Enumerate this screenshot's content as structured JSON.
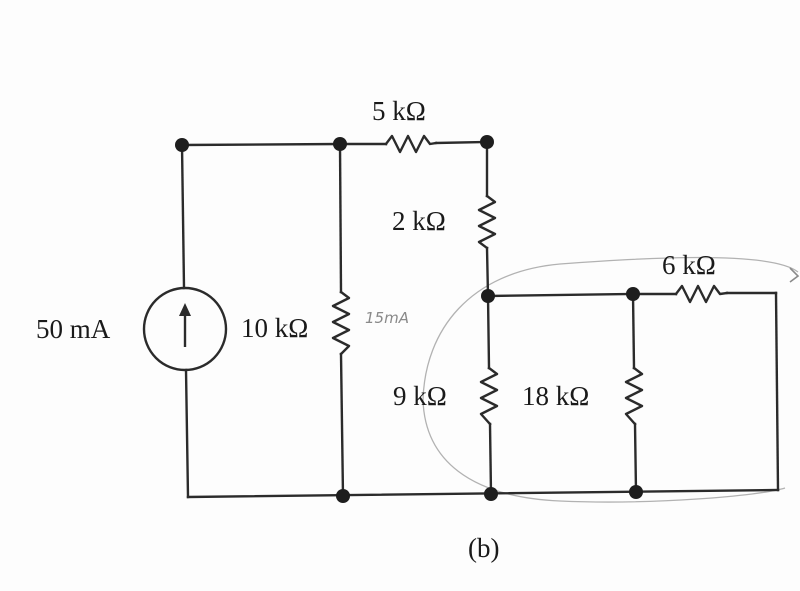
{
  "figure": {
    "caption": "(b)"
  },
  "components": {
    "current_source": {
      "label": "50 mA"
    },
    "resistors": [
      {
        "id": "r5k",
        "label": "5 kΩ"
      },
      {
        "id": "r2k",
        "label": "2 kΩ"
      },
      {
        "id": "r10k",
        "label": "10 kΩ"
      },
      {
        "id": "r9k",
        "label": "9 kΩ"
      },
      {
        "id": "r18k",
        "label": "18 kΩ"
      },
      {
        "id": "r6k",
        "label": "6 kΩ"
      }
    ]
  },
  "annotations": {
    "handwritten_current": "15mA"
  },
  "colors": {
    "ink": "#2b2b2b",
    "pencil": "#8a8a8a",
    "background": "#fdfdfd"
  }
}
